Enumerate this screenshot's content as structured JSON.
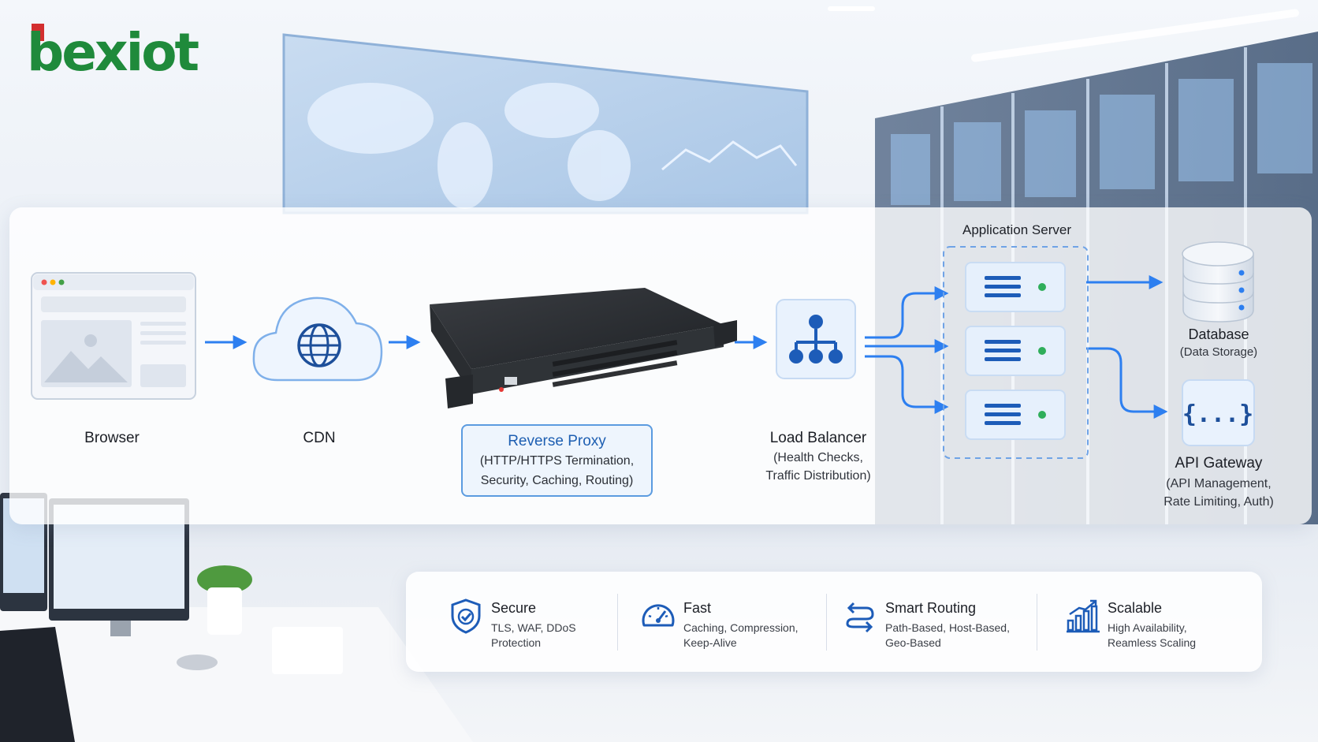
{
  "brand": {
    "name": "bexiot"
  },
  "diagram": {
    "nodes": {
      "browser": {
        "label": "Browser"
      },
      "cdn": {
        "label": "CDN"
      },
      "reverse_proxy": {
        "title": "Reverse Proxy",
        "desc_line1": "(HTTP/HTTPS Termination,",
        "desc_line2": "Security, Caching, Routing)"
      },
      "load_balancer": {
        "label": "Load Balancer",
        "desc_line1": "(Health Checks,",
        "desc_line2": "Traffic Distribution)"
      },
      "application_server": {
        "label": "Application Server",
        "instances": 3
      },
      "database": {
        "label": "Database",
        "desc": "(Data Storage)"
      },
      "api_gateway": {
        "label": "API Gateway",
        "desc_line1": "(API Management,",
        "desc_line2": "Rate Limiting, Auth)",
        "icon_text": "{...}"
      }
    },
    "icons": {
      "browser": "browser-window-icon",
      "cdn": "cloud-globe-icon",
      "proxy": "rack-server-appliance",
      "load_balancer": "hierarchy-icon",
      "server": "server-icon",
      "database": "database-icon",
      "api_gateway": "code-braces-icon"
    },
    "colors": {
      "accent": "#2d7ff0",
      "server_dot": "#2fae5a",
      "brand_green": "#1f8a3b",
      "brand_red": "#d32f2f"
    }
  },
  "features": [
    {
      "title": "Secure",
      "desc_line1": "TLS, WAF, DDoS",
      "desc_line2": "Protection",
      "icon": "shield-check-icon"
    },
    {
      "title": "Fast",
      "desc_line1": "Caching, Compression,",
      "desc_line2": "Keep-Alive",
      "icon": "speedometer-icon"
    },
    {
      "title": "Smart Routing",
      "desc_line1": "Path-Based, Host-Based,",
      "desc_line2": "Geo-Based",
      "icon": "routing-arrows-icon"
    },
    {
      "title": "Scalable",
      "desc_line1": "High Availability,",
      "desc_line2": "Reamless Scaling",
      "icon": "growth-chart-icon"
    }
  ]
}
